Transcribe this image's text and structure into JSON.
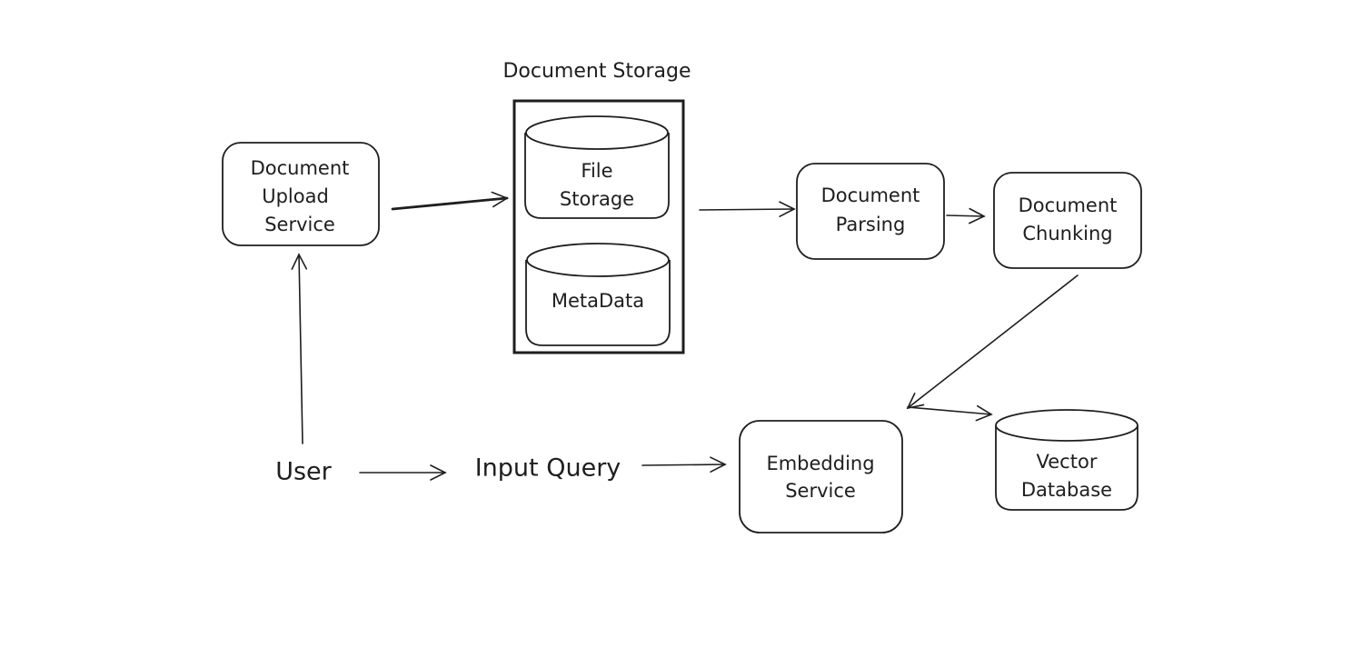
{
  "diagram": {
    "title": "Document Storage",
    "nodes": {
      "upload": {
        "lines": [
          "Document",
          "Upload",
          "Service"
        ],
        "shape": "rounded-rect"
      },
      "file_storage": {
        "lines": [
          "File",
          "Storage"
        ],
        "shape": "cylinder"
      },
      "metadata": {
        "lines": [
          "MetaData"
        ],
        "shape": "cylinder"
      },
      "parsing": {
        "lines": [
          "Document",
          "Parsing"
        ],
        "shape": "rounded-rect"
      },
      "chunking": {
        "lines": [
          "Document",
          "Chunking"
        ],
        "shape": "rounded-rect"
      },
      "embedding": {
        "lines": [
          "Embedding",
          "Service"
        ],
        "shape": "rounded-rect"
      },
      "vector_db": {
        "lines": [
          "Vector",
          "Database"
        ],
        "shape": "cylinder"
      },
      "user": {
        "lines": [
          "User"
        ],
        "shape": "text"
      },
      "input_query": {
        "lines": [
          "Input Query"
        ],
        "shape": "text"
      }
    },
    "edges": [
      {
        "from": "upload",
        "to": "document_storage",
        "label": ""
      },
      {
        "from": "document_storage",
        "to": "parsing",
        "label": ""
      },
      {
        "from": "parsing",
        "to": "chunking",
        "label": ""
      },
      {
        "from": "chunking",
        "to": "embedding",
        "label": ""
      },
      {
        "from": "embedding",
        "to": "vector_db",
        "label": ""
      },
      {
        "from": "user",
        "to": "upload",
        "label": ""
      },
      {
        "from": "user",
        "to": "input_query",
        "label": ""
      },
      {
        "from": "input_query",
        "to": "embedding",
        "label": ""
      }
    ]
  }
}
